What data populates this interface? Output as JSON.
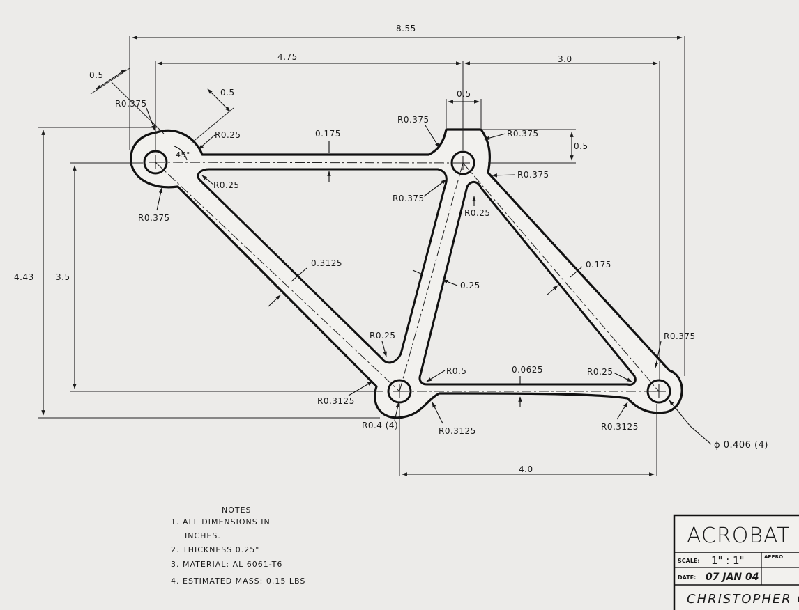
{
  "dimensions": {
    "overall_width": "8.55",
    "upper_span": "4.75",
    "right_span": "3.0",
    "lug_width": "0.5",
    "corner_a": "0.5",
    "corner_b": "0.5",
    "lug_height": "0.5",
    "overall_height": "4.43",
    "inner_height": "3.5",
    "bottom_span": "4.0",
    "top_bar": "0.175",
    "left_bar": "0.3125",
    "mid_bar": "0.25",
    "right_bar": "0.175",
    "bottom_bar": "0.0625",
    "angle": "45°"
  },
  "radii": {
    "r1": "R0.375",
    "r2": "R0.25",
    "r3": "R0.25",
    "r4": "R0.375",
    "r5": "R0.375",
    "r6": "R0.375",
    "r7": "R0.375",
    "r8": "R0.375",
    "r9": "R0.25",
    "r10": "R0.25",
    "r11": "R0.5",
    "r12": "R0.3125",
    "r13": "R0.4 (4)",
    "r14": "R0.3125",
    "r15": "R0.25",
    "r16": "R0.375",
    "r17": "R0.3125"
  },
  "hole_callout": "ϕ 0.406 (4)",
  "notes": {
    "title": "NOTES",
    "items": [
      "1. ALL DIMENSIONS IN",
      "INCHES.",
      "2. THICKNESS 0.25\"",
      "3. MATERIAL: AL 6061-T6",
      "4. ESTIMATED MASS: 0.15 LBS"
    ]
  },
  "title_block": {
    "title": "ACROBAT",
    "scale_label": "SCALE:",
    "scale_value": "1\" : 1\"",
    "approved_label": "APPRO",
    "date_label": "DATE:",
    "date_value": "07 JAN 04",
    "name": "CHRISTOPHER G"
  }
}
